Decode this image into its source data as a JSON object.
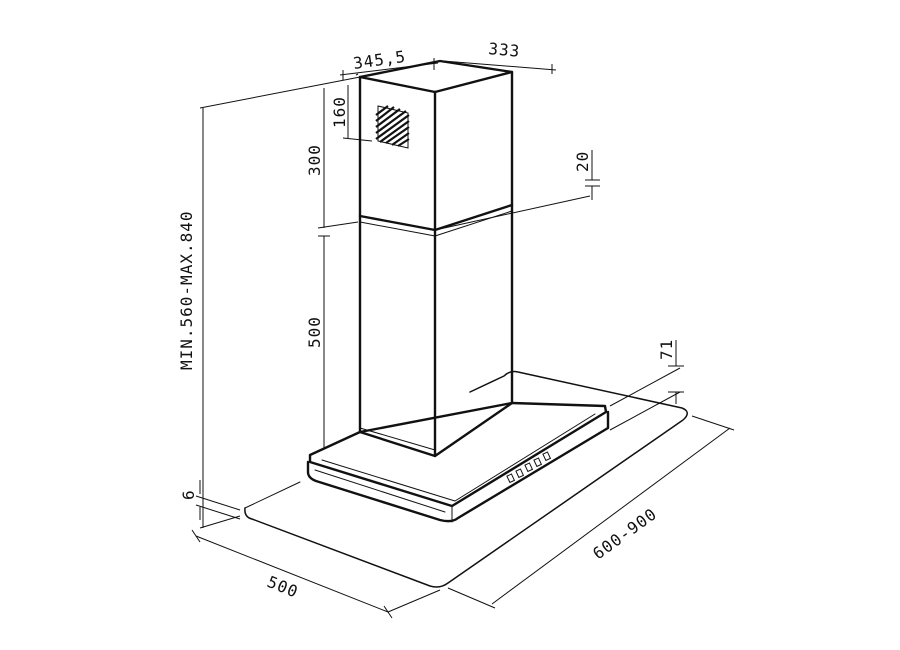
{
  "diagram": {
    "colors": {
      "ink": "#111111",
      "background": "#ffffff"
    },
    "dimensions": {
      "chimney_width": "345,5",
      "chimney_depth": "333",
      "vent_height": "160",
      "upper_chimney": "300",
      "joint": "20",
      "lower_chimney": "500",
      "total_height": "MIN.560-MAX.840",
      "glass_thickness": "6",
      "body_height": "71",
      "hood_depth": "500",
      "hood_width": "600-900"
    }
  }
}
